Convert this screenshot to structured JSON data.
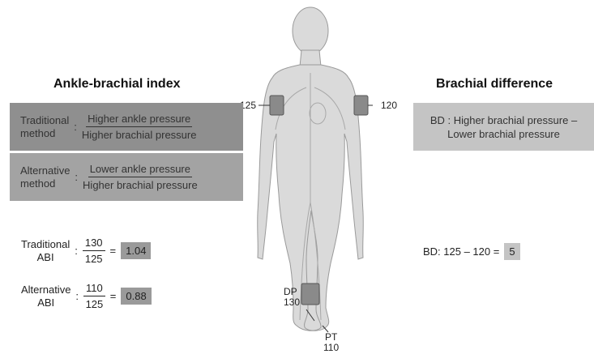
{
  "left": {
    "heading": "Ankle-brachial index",
    "traditional": {
      "label_l1": "Traditional",
      "label_l2": "method",
      "colon": ":",
      "numerator": "Higher ankle pressure",
      "denominator": "Higher brachial pressure"
    },
    "alternative": {
      "label_l1": "Alternative",
      "label_l2": "method",
      "colon": ":",
      "numerator": "Lower ankle pressure",
      "denominator": "Higher brachial pressure"
    },
    "calc_traditional": {
      "label_l1": "Traditional",
      "label_l2": "ABI",
      "colon": ":",
      "numerator": "130",
      "denominator": "125",
      "equals": "=",
      "result": "1.04"
    },
    "calc_alternative": {
      "label_l1": "Alternative",
      "label_l2": "ABI",
      "colon": ":",
      "numerator": "110",
      "denominator": "125",
      "equals": "=",
      "result": "0.88"
    }
  },
  "right": {
    "heading": "Brachial difference",
    "definition_l1": "BD : Higher brachial pressure –",
    "definition_l2": "Lower brachial pressure",
    "calc": "BD: 125 – 120 =",
    "result": "5"
  },
  "figure": {
    "left_arm_pressure": "125",
    "right_arm_pressure": "120",
    "dp_label": "DP",
    "dp_value": "130",
    "pt_label": "PT",
    "pt_value": "110"
  },
  "colors": {
    "body": "#d9d9d9",
    "cuff": "#8a8a8a",
    "box_dark": "#8f8f8f",
    "box_light": "#c4c4c4"
  }
}
